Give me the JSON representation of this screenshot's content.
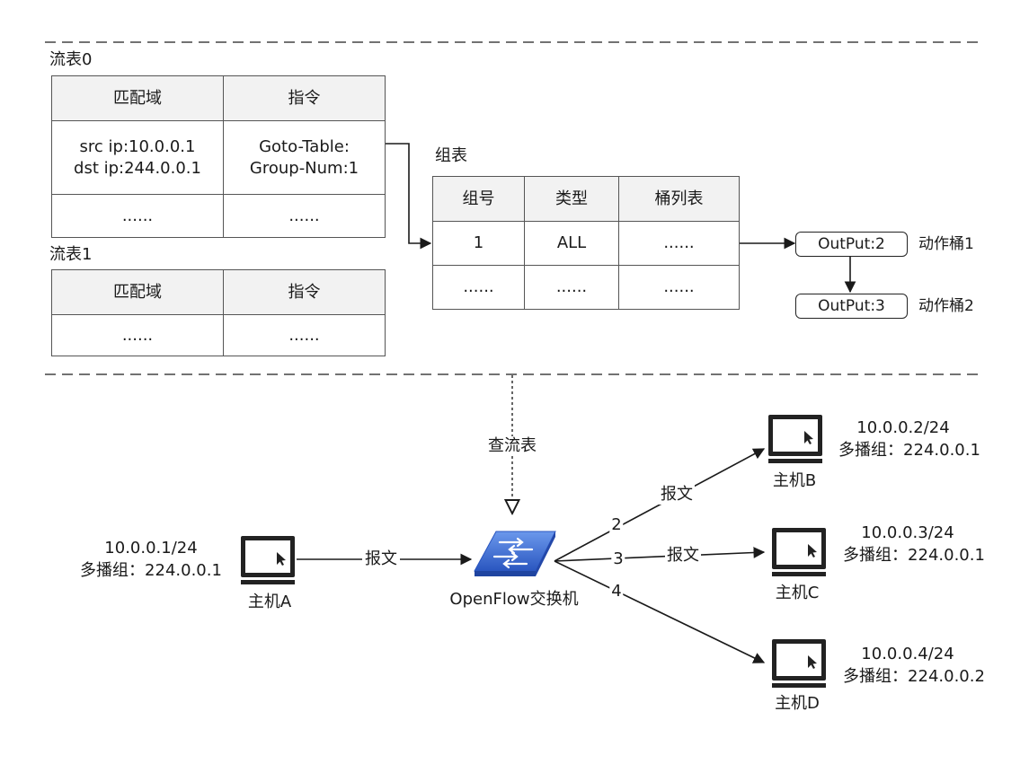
{
  "flow_table_0": {
    "title": "流表0",
    "headers": [
      "匹配域",
      "指令"
    ],
    "rows": [
      {
        "match": [
          "src ip:10.0.0.1",
          "dst ip:244.0.0.1"
        ],
        "instruction": [
          "Goto-Table:",
          "Group-Num:1"
        ]
      },
      {
        "match": [
          "......"
        ],
        "instruction": [
          "......"
        ]
      }
    ]
  },
  "flow_table_1": {
    "title": "流表1",
    "headers": [
      "匹配域",
      "指令"
    ],
    "rows": [
      {
        "match": [
          "......"
        ],
        "instruction": [
          "......"
        ]
      }
    ]
  },
  "group_table": {
    "title": "组表",
    "headers": [
      "组号",
      "类型",
      "桶列表"
    ],
    "rows": [
      [
        "1",
        "ALL",
        "......"
      ],
      [
        "......",
        "......",
        "......"
      ]
    ]
  },
  "buckets": [
    {
      "action": "OutPut:2",
      "label": "动作桶1"
    },
    {
      "action": "OutPut:3",
      "label": "动作桶2"
    }
  ],
  "lookup_label": "查流表",
  "switch": {
    "name": "OpenFlow交换机",
    "icon": "network-switch-icon",
    "color": "#3d6fd6"
  },
  "hosts": {
    "A": {
      "name": "主机A",
      "ip": "10.0.0.1/24",
      "group": "多播组：224.0.0.1"
    },
    "B": {
      "name": "主机B",
      "ip": "10.0.0.2/24",
      "group": "多播组：224.0.0.1"
    },
    "C": {
      "name": "主机C",
      "ip": "10.0.0.3/24",
      "group": "多播组：224.0.0.1"
    },
    "D": {
      "name": "主机D",
      "ip": "10.0.0.4/24",
      "group": "多播组：224.0.0.2"
    }
  },
  "links": {
    "a_to_switch": "报文",
    "to_b": {
      "port": "2",
      "label": "报文"
    },
    "to_c": {
      "port": "3",
      "label": "报文"
    },
    "to_d": {
      "port": "4"
    }
  }
}
